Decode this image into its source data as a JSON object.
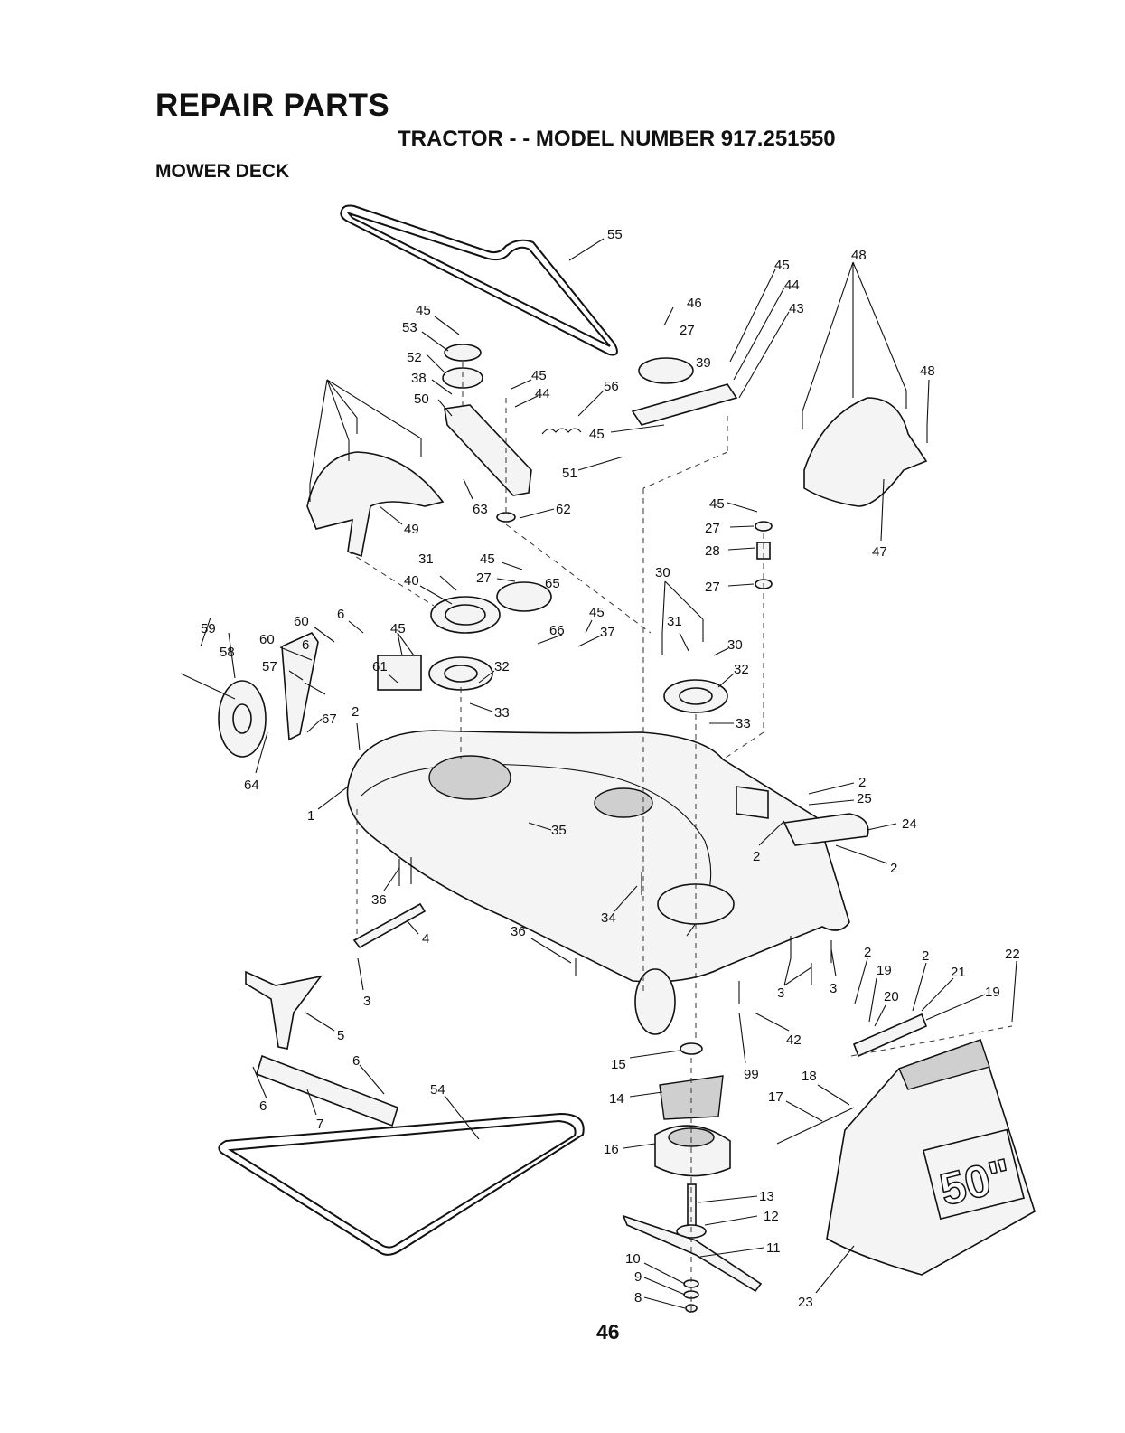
{
  "header": {
    "title": "REPAIR PARTS",
    "subtitle": "TRACTOR - - MODEL NUMBER 917.251550",
    "section": "MOWER DECK"
  },
  "bag_logo": "50\"",
  "page_number": "46",
  "callouts": [
    "55",
    "45",
    "44",
    "43",
    "46",
    "27",
    "39",
    "48",
    "48",
    "45",
    "53",
    "52",
    "38",
    "50",
    "45",
    "44",
    "56",
    "45",
    "51",
    "63",
    "62",
    "49",
    "47",
    "45",
    "27",
    "28",
    "27",
    "31",
    "45",
    "27",
    "65",
    "40",
    "30",
    "60",
    "6",
    "45",
    "45",
    "66",
    "37",
    "31",
    "30",
    "59",
    "58",
    "60",
    "6",
    "57",
    "61",
    "32",
    "32",
    "33",
    "33",
    "2",
    "67",
    "64",
    "1",
    "35",
    "2",
    "25",
    "24",
    "2",
    "2",
    "36",
    "34",
    "4",
    "36",
    "3",
    "2",
    "19",
    "2",
    "21",
    "22",
    "20",
    "19",
    "3",
    "3",
    "42",
    "5",
    "99",
    "6",
    "6",
    "7",
    "54",
    "15",
    "14",
    "18",
    "17",
    "16",
    "13",
    "12",
    "11",
    "10",
    "9",
    "8",
    "23"
  ]
}
